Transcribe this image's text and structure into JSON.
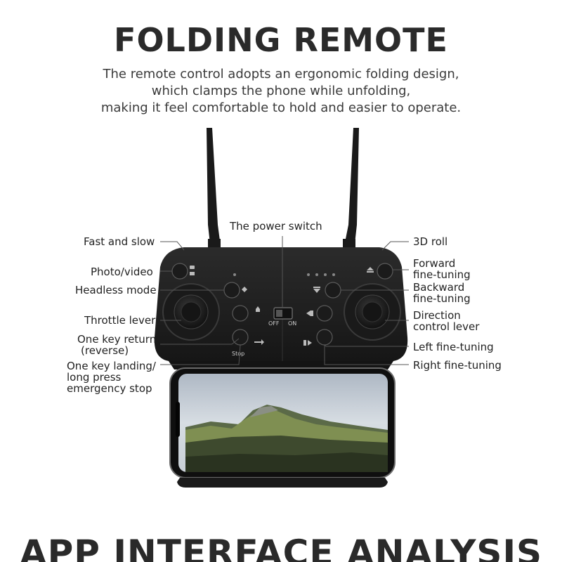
{
  "title": "FOLDING REMOTE",
  "subtitle": [
    "The remote control adopts an ergonomic folding design,",
    "which clamps the phone while unfolding,",
    "making it feel comfortable to hold and easier to operate."
  ],
  "labels": {
    "power_switch": "The power switch",
    "fast_and_slow": "Fast and slow",
    "photo_video": "Photo/video",
    "headless_mode": "Headless mode",
    "throttle_lever": "Throttle lever",
    "one_key_return": [
      "One key return",
      "(reverse)"
    ],
    "one_key_landing": [
      "One key landing/",
      "long press",
      "emergency stop"
    ],
    "roll_3d": "3D roll",
    "forward": [
      "Forward",
      "fine-tuning"
    ],
    "backward": [
      "Backward",
      "fine-tuning"
    ],
    "direction": [
      "Direction",
      "control lever"
    ],
    "left_fine": "Left fine-tuning",
    "right_fine": "Right fine-tuning"
  },
  "switch": {
    "off": "OFF",
    "on": "ON"
  },
  "stop_label": "Stop",
  "bottom_title": "APP INTERFACE ANALYSIS",
  "colors": {
    "text": "#2a2a2a",
    "body": "#1e1e1e",
    "line": "#555555"
  }
}
